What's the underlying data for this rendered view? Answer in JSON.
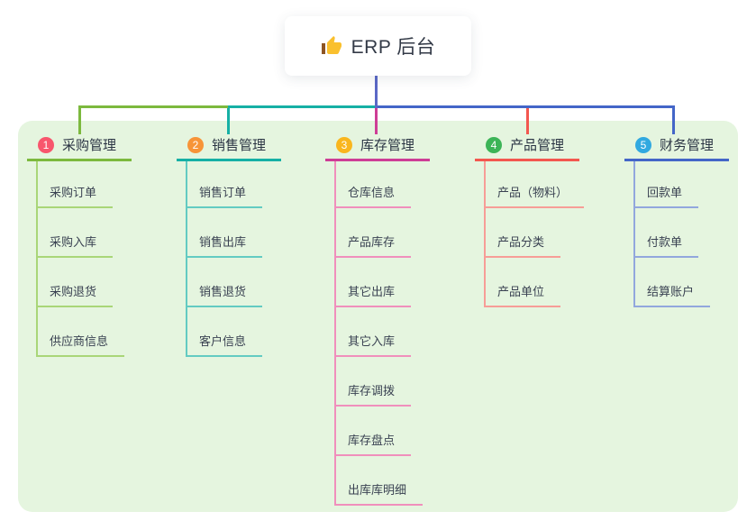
{
  "root": {
    "label": "ERP 后台",
    "icon": "thumbs-up-icon",
    "line_color": "#5b68c6"
  },
  "canvas": {
    "background": "#e5f5df"
  },
  "branches": [
    {
      "badge": "1",
      "label": "采购管理",
      "badge_color": "#f8566d",
      "color": "#7cb93e",
      "light_color": "#a9d678",
      "children": [
        "采购订单",
        "采购入库",
        "采购退货",
        "供应商信息"
      ]
    },
    {
      "badge": "2",
      "label": "销售管理",
      "badge_color": "#f79438",
      "color": "#16b0a5",
      "light_color": "#63cbc2",
      "children": [
        "销售订单",
        "销售出库",
        "销售退货",
        "客户信息"
      ]
    },
    {
      "badge": "3",
      "label": "库存管理",
      "badge_color": "#f9b61e",
      "color": "#ce3d96",
      "light_color": "#f08fbc",
      "children": [
        "仓库信息",
        "产品库存",
        "其它出库",
        "其它入库",
        "库存调拨",
        "库存盘点",
        "出库库明细"
      ]
    },
    {
      "badge": "4",
      "label": "产品管理",
      "badge_color": "#3cb457",
      "color": "#f3574f",
      "light_color": "#f79d97",
      "children": [
        "产品（物料）",
        "产品分类",
        "产品单位"
      ]
    },
    {
      "badge": "5",
      "label": "财务管理",
      "badge_color": "#31a9e0",
      "color": "#4466c8",
      "light_color": "#92a7dd",
      "children": [
        "回款单",
        "付款单",
        "结算账户"
      ]
    }
  ]
}
